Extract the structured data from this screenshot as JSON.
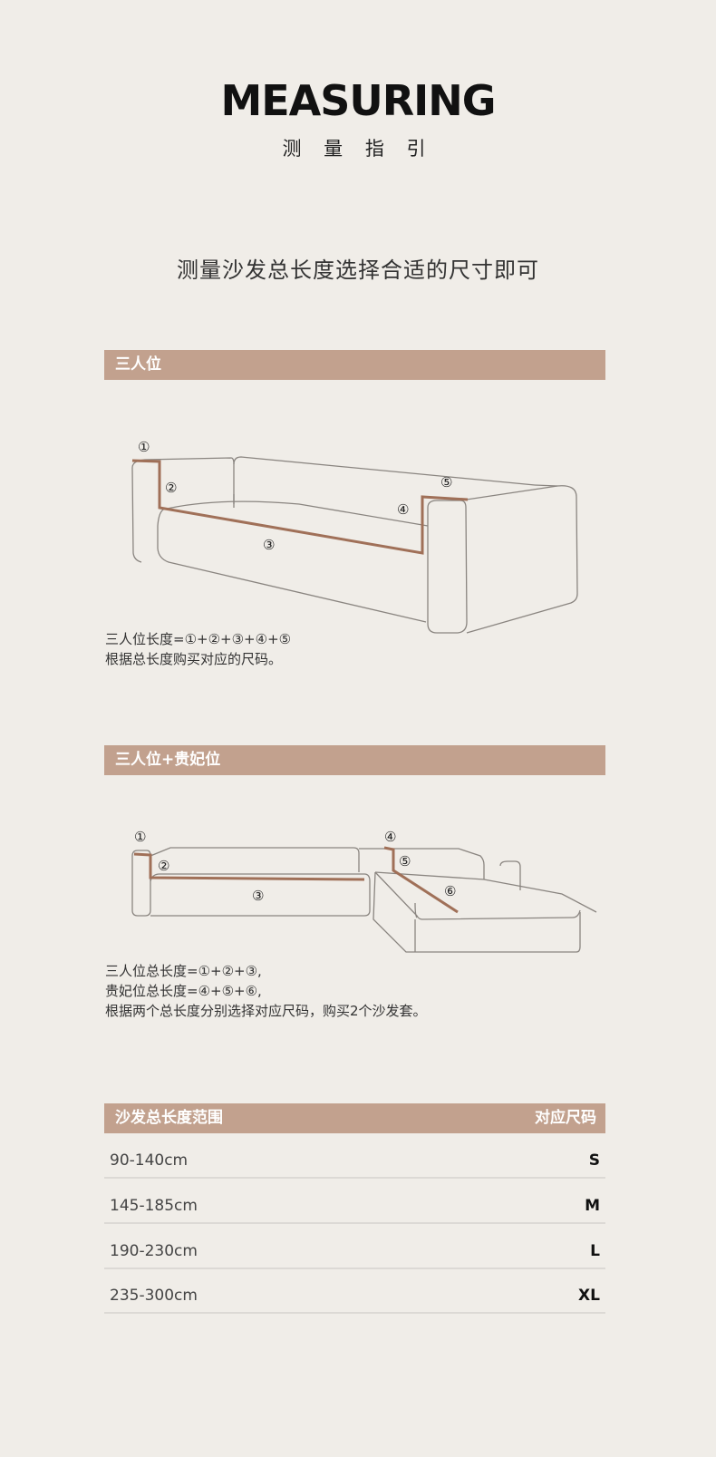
{
  "header": {
    "title": "MEASURING",
    "subtitle": "测 量 指 引"
  },
  "intro": "测量沙发总长度选择合适的尺寸即可",
  "section1": {
    "label": "三人位",
    "markers": [
      "①",
      "②",
      "③",
      "④",
      "⑤"
    ],
    "note_lines": [
      "三人位长度=①+②+③+④+⑤",
      "根据总长度购买对应的尺码。"
    ]
  },
  "section2": {
    "label": "三人位+贵妃位",
    "markers": [
      "①",
      "②",
      "③",
      "④",
      "⑤",
      "⑥"
    ],
    "note_lines": [
      "三人位总长度=①+②+③,",
      "贵妃位总长度=④+⑤+⑥,",
      "根据两个总长度分别选择对应尺码，购买2个沙发套。"
    ]
  },
  "size_table": {
    "header_left": "沙发总长度范围",
    "header_right": "对应尺码",
    "rows": [
      {
        "range": "90-140cm",
        "size": "S"
      },
      {
        "range": "145-185cm",
        "size": "M"
      },
      {
        "range": "190-230cm",
        "size": "L"
      },
      {
        "range": "235-300cm",
        "size": "XL"
      }
    ]
  },
  "colors": {
    "background": "#f0ede8",
    "accent": "#c2a18e",
    "measure_line": "#a07058",
    "outline": "#8a8580"
  }
}
